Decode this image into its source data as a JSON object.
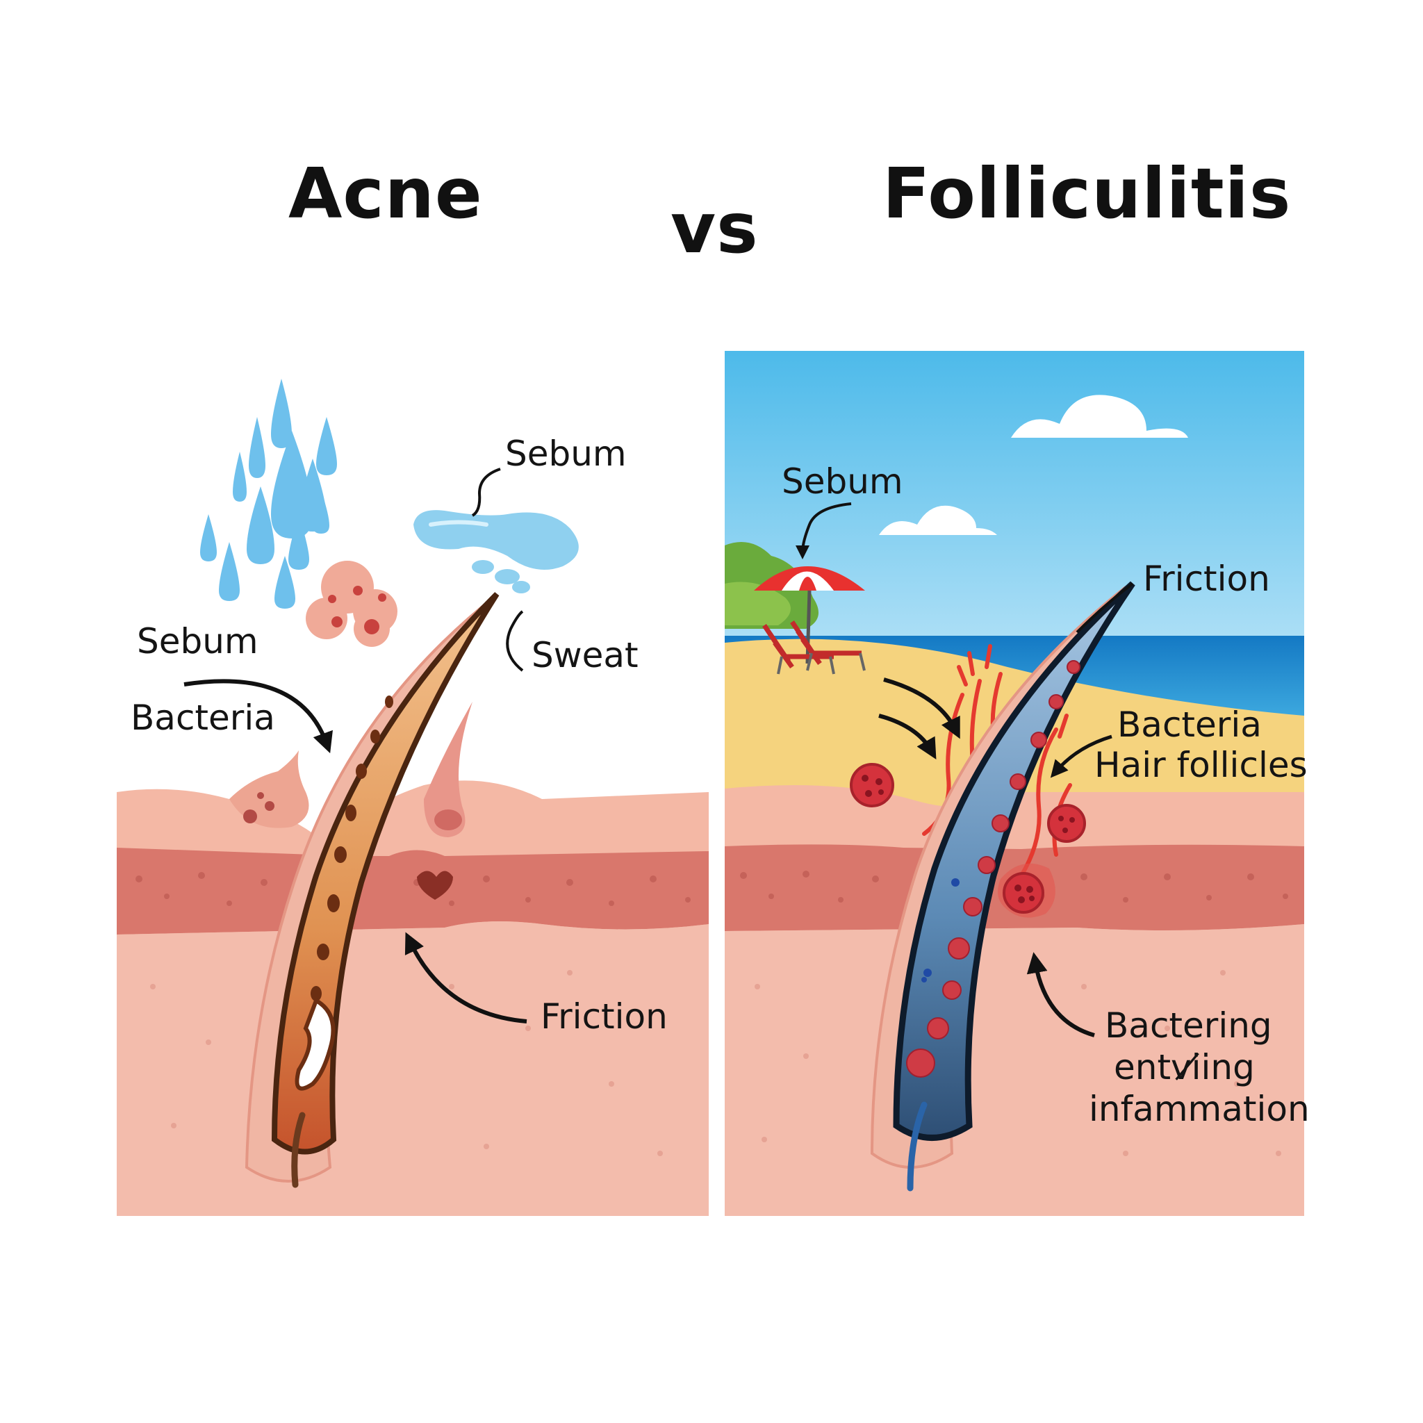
{
  "titles": {
    "left": "Acne",
    "vs": "vs",
    "right": "Folliculitis"
  },
  "left_panel": {
    "labels": {
      "sebum_top": "Sebum",
      "sebum_side": "Sebum",
      "bacteria": "Bacteria",
      "sweat": "Sweat",
      "friction": "Friction"
    }
  },
  "right_panel": {
    "labels": {
      "sebum": "Sebum",
      "friction": "Friction",
      "bacteria": "Bacteria",
      "hair_follicles": "Hair follicles",
      "bottom_line1": "Bactering",
      "bottom_line2": "entvi̸ing",
      "bottom_line3": "infammation"
    }
  },
  "colors": {
    "skin_top": "#f4b8a5",
    "dermis_band": "#d9776c",
    "deep_skin": "#f3b9a8",
    "sky": "#63c3ee",
    "sea": "#1e8fd4",
    "sand": "#f5d37e",
    "acne_follicle": "#d9793e",
    "folliculitis_follicle": "#3a6690",
    "bacteria_red": "#d4323c"
  }
}
